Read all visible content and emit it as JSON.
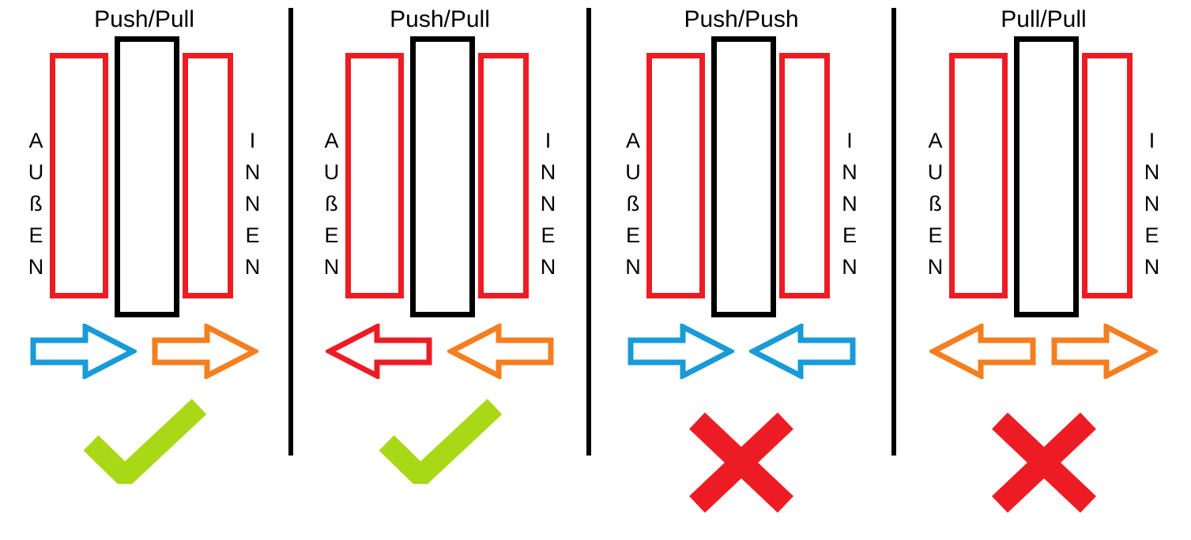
{
  "background": "#ffffff",
  "colors": {
    "red": "#ED1C24",
    "blue": "#189BD7",
    "orange": "#F57E20",
    "green": "#A9D816",
    "black": "#000000"
  },
  "panels": [
    {
      "title": "Push/Pull",
      "left_label": "AUßEN",
      "left_letters": [
        "A",
        "U",
        "ß",
        "E",
        "N"
      ],
      "right_label": "INNEN",
      "right_letters": [
        "I",
        "N",
        "N",
        "E",
        "N"
      ],
      "arrows": [
        {
          "direction": "right",
          "color": "blue"
        },
        {
          "direction": "right",
          "color": "orange"
        }
      ],
      "verdict": "check"
    },
    {
      "title": "Push/Pull",
      "left_label": "AUßEN",
      "left_letters": [
        "A",
        "U",
        "ß",
        "E",
        "N"
      ],
      "right_label": "INNEN",
      "right_letters": [
        "I",
        "N",
        "N",
        "E",
        "N"
      ],
      "arrows": [
        {
          "direction": "left",
          "color": "red"
        },
        {
          "direction": "left",
          "color": "orange"
        }
      ],
      "verdict": "check"
    },
    {
      "title": "Push/Push",
      "left_label": "AUßEN",
      "left_letters": [
        "A",
        "U",
        "ß",
        "E",
        "N"
      ],
      "right_label": "INNEN",
      "right_letters": [
        "I",
        "N",
        "N",
        "E",
        "N"
      ],
      "arrows": [
        {
          "direction": "right",
          "color": "blue"
        },
        {
          "direction": "left",
          "color": "blue"
        }
      ],
      "verdict": "cross"
    },
    {
      "title": "Pull/Pull",
      "left_label": "AUßEN",
      "left_letters": [
        "A",
        "U",
        "ß",
        "E",
        "N"
      ],
      "right_label": "INNEN",
      "right_letters": [
        "I",
        "N",
        "N",
        "E",
        "N"
      ],
      "arrows": [
        {
          "direction": "left",
          "color": "orange"
        },
        {
          "direction": "right",
          "color": "orange"
        }
      ],
      "verdict": "cross"
    }
  ]
}
